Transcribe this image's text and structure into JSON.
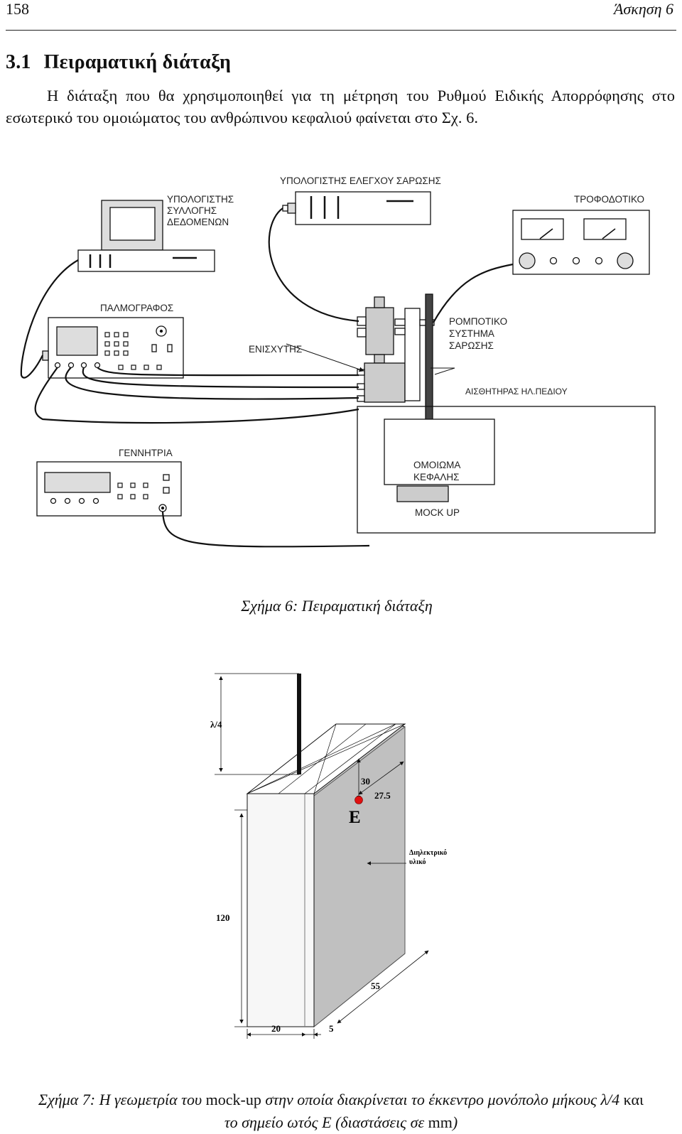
{
  "header": {
    "page_number": "158",
    "running_title": "Άσκηση 6"
  },
  "section": {
    "number": "3.1",
    "title": "Πειραματική διάταξη"
  },
  "paragraph": "Η διάταξη που θα χρησιμοποιηθεί για τη μέτρηση του Ρυθμού Ειδικής Απορρόφησης στο εσωτερικό του ομοιώματος του ανθρώπινου κεφαλιού φαίνεται στο Σχ. 6.",
  "figure6": {
    "labels": {
      "daq_pc_1": "ΥΠΟΛΟΓΙΣΤΗΣ",
      "daq_pc_2": "ΣΥΛΛΟΓΗΣ",
      "daq_pc_3": "ΔΕΔΟΜΕΝΩΝ",
      "scan_pc": "ΥΠΟΛΟΓΙΣΤΗΣ ΕΛΕΓΧΟΥ ΣΑΡΩΣΗΣ",
      "power_supply": "ΤΡΟΦΟΔΟΤΙΚΟ",
      "oscilloscope": "ΠΑΛΜΟΓΡΑΦΟΣ",
      "amplifier": "ΕΝΙΣΧΥΤΗΣ",
      "robot_1": "ΡΟΜΠΟΤΙΚΟ",
      "robot_2": "ΣΥΣΤΗΜΑ",
      "robot_3": "ΣΑΡΩΣΗΣ",
      "sensor": "ΑΙΣΘΗΤΗΡΑΣ ΗΛ.ΠΕΔΙΟΥ",
      "generator": "ΓΕΝΝΗΤΡΙΑ",
      "phantom_1": "ΟΜΟΙΩΜΑ",
      "phantom_2": "ΚΕΦΑΛΗΣ",
      "mockup": "MOCK UP"
    },
    "caption": "Σχήμα 6: Πειραματική διάταξη"
  },
  "figure7": {
    "labels": {
      "monopole_length": "λ/4",
      "dim_30": "30",
      "dim_27_5": "27.5",
      "point_e": "E",
      "dielectric_1": "Διηλεκτρικό",
      "dielectric_2": "υλικό",
      "dim_120": "120",
      "dim_55": "55",
      "dim_20": "20",
      "dim_5": "5"
    },
    "colors": {
      "point_e": "#e01010",
      "side_face": "#c8c8c8"
    },
    "caption_line1_a": "Σχήμα 7: Η γεωμετρία του ",
    "caption_line1_b": "mock-up",
    "caption_line1_c": " στην οποία διακρίνεται το έκκεντρο μονόπολο μήκους ",
    "caption_line1_d": "λ/4",
    "caption_line1_e": " και",
    "caption_line2_a": "το σημείο ωτός ",
    "caption_line2_b": "E",
    "caption_line2_c": " (διαστάσεις σε ",
    "caption_line2_d": "mm",
    "caption_line2_e": ")"
  }
}
